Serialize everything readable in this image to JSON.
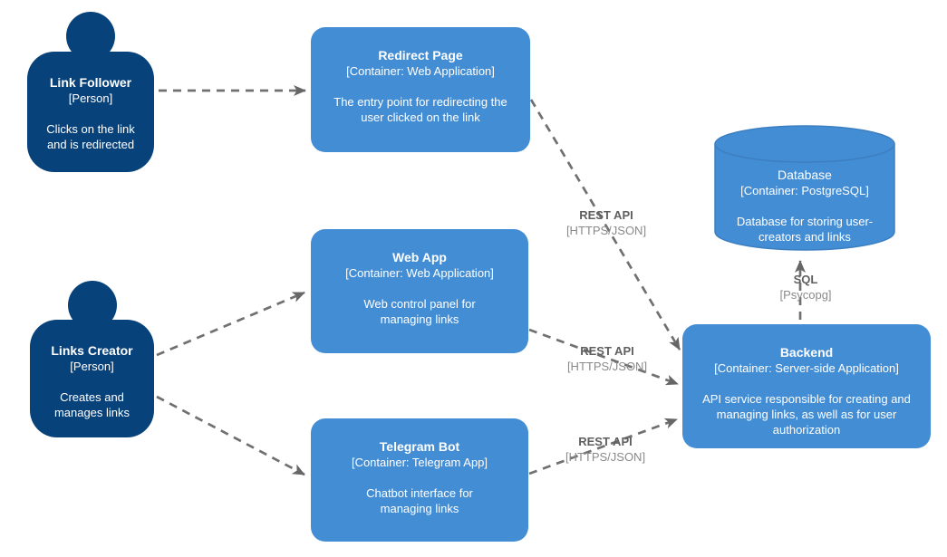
{
  "colors": {
    "person_fill": "#08427B",
    "container_fill": "#438DD5",
    "container_border": "#3C7FC0",
    "edge_line": "#707070",
    "edge_arrowhead": "#666666",
    "edge_label_text": "#5f5f5f",
    "edge_tech_text": "#8a8a8a",
    "node_text": "#ffffff",
    "background": "#ffffff"
  },
  "persons": {
    "link_follower": {
      "name": "Link Follower",
      "type": "[Person]",
      "description": "Clicks on the link and is redirected"
    },
    "links_creator": {
      "name": "Links Creator",
      "type": "[Person]",
      "description": "Creates and manages links"
    }
  },
  "containers": {
    "redirect_page": {
      "name": "Redirect Page",
      "type": "[Container: Web Application]",
      "description": "The entry point for redirecting the user clicked on the link"
    },
    "web_app": {
      "name": "Web App",
      "type": "[Container: Web Application]",
      "description": "Web control panel for managing links"
    },
    "telegram_bot": {
      "name": "Telegram Bot",
      "type": "[Container: Telegram App]",
      "description": "Chatbot interface for managing links"
    },
    "backend": {
      "name": "Backend",
      "type": "[Container: Server-side Application]",
      "description": "API service responsible for creating and managing links, as well as for user authorization"
    },
    "database": {
      "name": "Database",
      "type": "[Container: PostgreSQL]",
      "description": "Database for storing user-creators and links"
    }
  },
  "edges": [
    {
      "from": "Link Follower",
      "to": "Redirect Page",
      "label": "",
      "tech": ""
    },
    {
      "from": "Redirect Page",
      "to": "Backend",
      "label": "REST API",
      "tech": "[HTTPS/JSON]"
    },
    {
      "from": "Links Creator",
      "to": "Web App",
      "label": "",
      "tech": ""
    },
    {
      "from": "Links Creator",
      "to": "Telegram Bot",
      "label": "",
      "tech": ""
    },
    {
      "from": "Web App",
      "to": "Backend",
      "label": "REST API",
      "tech": "[HTTPS/JSON]"
    },
    {
      "from": "Telegram Bot",
      "to": "Backend",
      "label": "REST API",
      "tech": "[HTTPS/JSON]"
    },
    {
      "from": "Backend",
      "to": "Database",
      "label": "SQL",
      "tech": "[Psycopg]"
    }
  ]
}
